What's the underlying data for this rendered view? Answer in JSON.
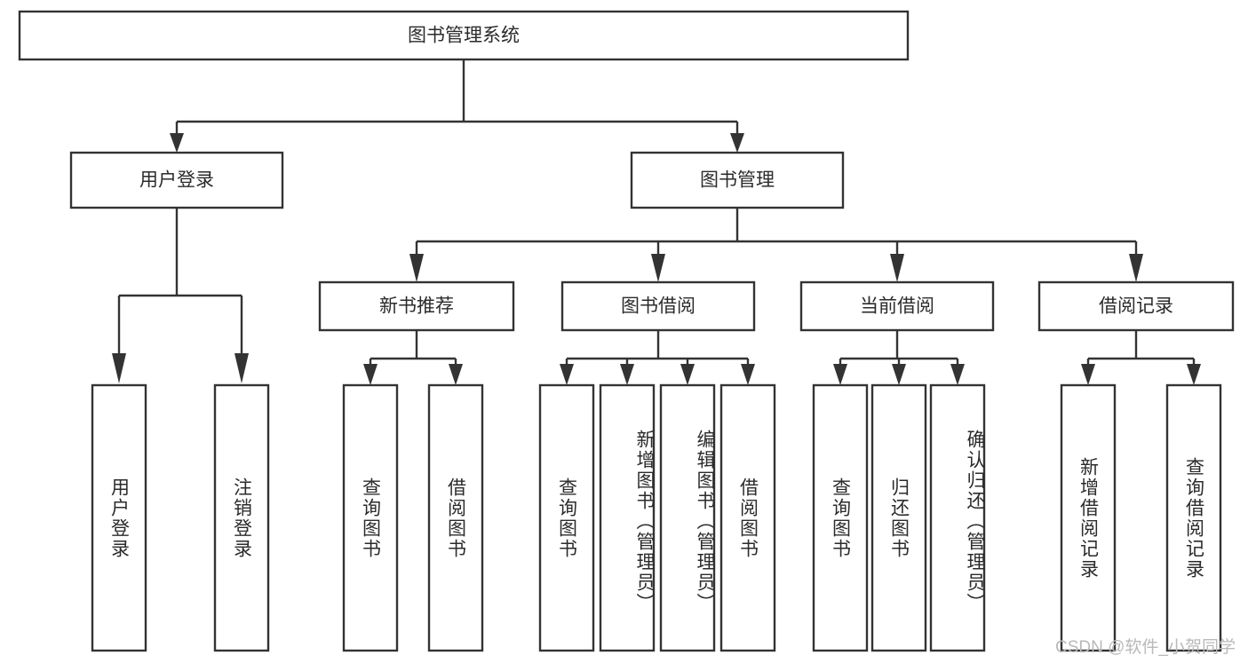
{
  "diagram": {
    "type": "tree-hierarchy",
    "title": "图书管理系统",
    "watermark": "CSDN @软件_小贺同学",
    "colors": {
      "stroke": "#333333",
      "fill": "#ffffff",
      "text": "#2b2b2b",
      "watermark": "#b9b9b9",
      "background": "#ffffff"
    },
    "root": {
      "label": "图书管理系统"
    },
    "level2": [
      {
        "id": "user-login",
        "label": "用户登录"
      },
      {
        "id": "book-manage",
        "label": "图书管理"
      }
    ],
    "level3": [
      {
        "id": "new-book-recommend",
        "label": "新书推荐",
        "parent": "book-manage"
      },
      {
        "id": "book-borrow",
        "label": "图书借阅",
        "parent": "book-manage"
      },
      {
        "id": "current-borrow",
        "label": "当前借阅",
        "parent": "book-manage"
      },
      {
        "id": "borrow-record",
        "label": "借阅记录",
        "parent": "book-manage"
      }
    ],
    "leaves": {
      "user_login": [
        {
          "id": "leaf-user-login",
          "label": "用户登录"
        },
        {
          "id": "leaf-logout-login",
          "label": "注销登录"
        }
      ],
      "new_book_recommend": [
        {
          "id": "leaf-query-book-1",
          "label": "查询图书"
        },
        {
          "id": "leaf-borrow-book-1",
          "label": "借阅图书"
        }
      ],
      "book_borrow": [
        {
          "id": "leaf-query-book-2",
          "label": "查询图书"
        },
        {
          "id": "leaf-add-book",
          "label": "新增图书（管理员）"
        },
        {
          "id": "leaf-edit-book",
          "label": "编辑图书（管理员）"
        },
        {
          "id": "leaf-borrow-book-2",
          "label": "借阅图书"
        }
      ],
      "current_borrow": [
        {
          "id": "leaf-query-book-3",
          "label": "查询图书"
        },
        {
          "id": "leaf-return-book",
          "label": "归还图书"
        },
        {
          "id": "leaf-confirm-return",
          "label": "确认归还（管理员）"
        }
      ],
      "borrow_record": [
        {
          "id": "leaf-add-record",
          "label": "新增借阅记录"
        },
        {
          "id": "leaf-query-record",
          "label": "查询借阅记录"
        }
      ]
    }
  }
}
